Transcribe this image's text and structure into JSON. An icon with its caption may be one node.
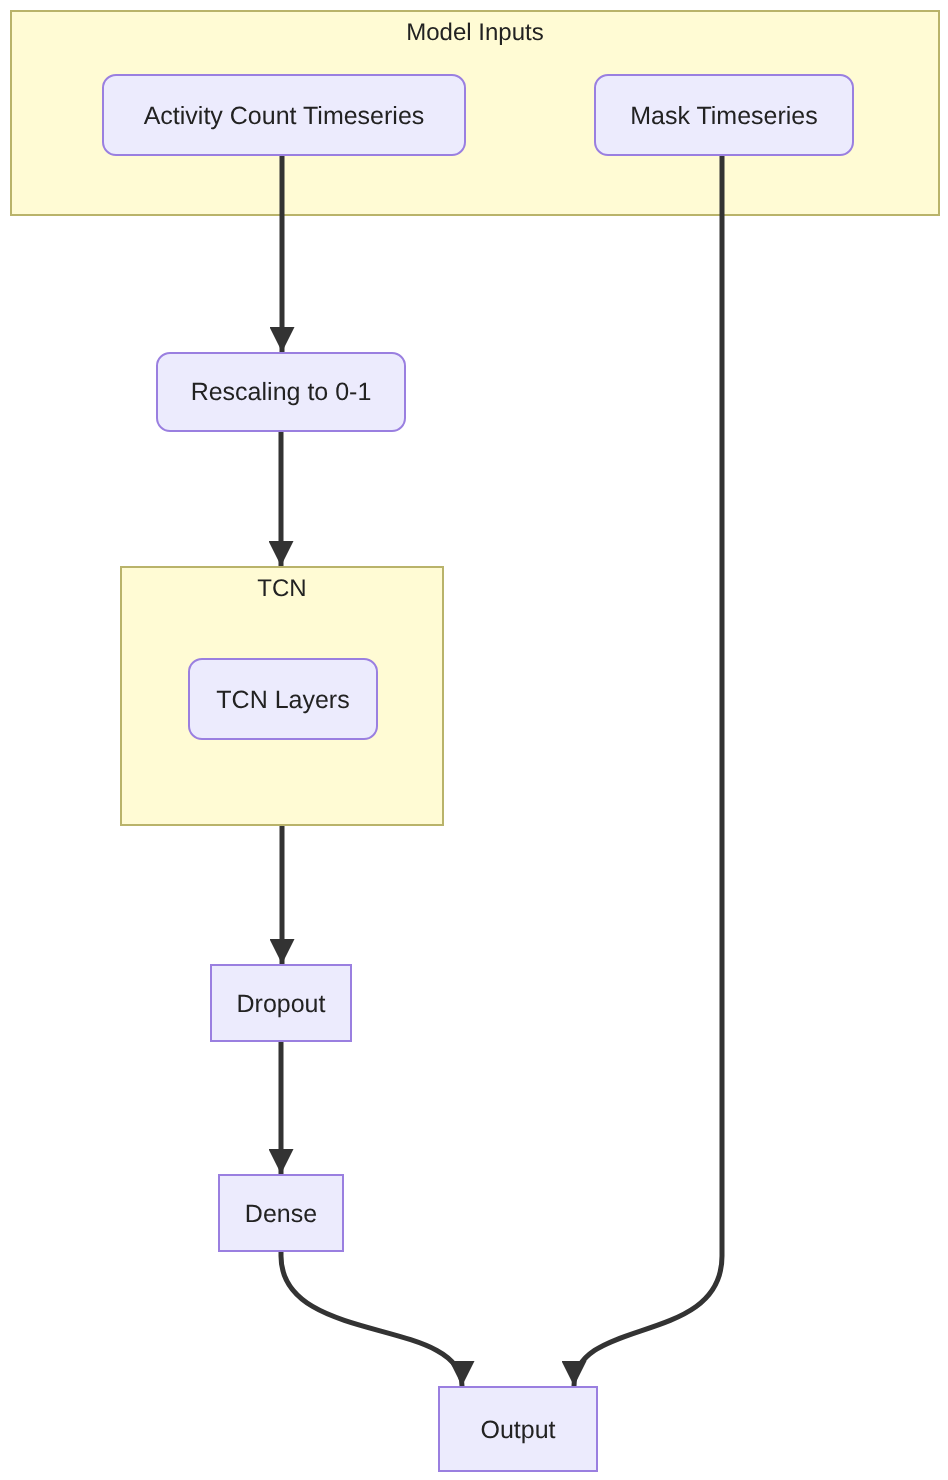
{
  "diagram": {
    "nodes": [
      {
        "text": [
          "Model Inputs"
        ]
      },
      {
        "text": [
          "Activity Count Timeseries"
        ],
        "in": 0
      },
      {
        "text": [
          "Mask Timeseries"
        ],
        "in": 0
      },
      {
        "text": [
          "Rescaling to 0-1"
        ]
      },
      {
        "text": [
          "TCN"
        ]
      },
      {
        "text": [
          "TCN Layers"
        ],
        "in": 4
      },
      {
        "text": [
          "Dropout"
        ]
      },
      {
        "text": [
          "Dense"
        ]
      },
      {
        "text": [
          "Output"
        ]
      }
    ],
    "edges": [
      {
        "from": 1,
        "to": 3,
        "arrow": "to"
      },
      {
        "from": 3,
        "to": 4,
        "arrow": "to"
      },
      {
        "from": 4,
        "to": 6,
        "arrow": "to"
      },
      {
        "from": 6,
        "to": 7,
        "arrow": "to"
      },
      {
        "from": 7,
        "to": 8,
        "arrow": "to"
      },
      {
        "from": 2,
        "to": 8,
        "arrow": "to"
      }
    ]
  }
}
